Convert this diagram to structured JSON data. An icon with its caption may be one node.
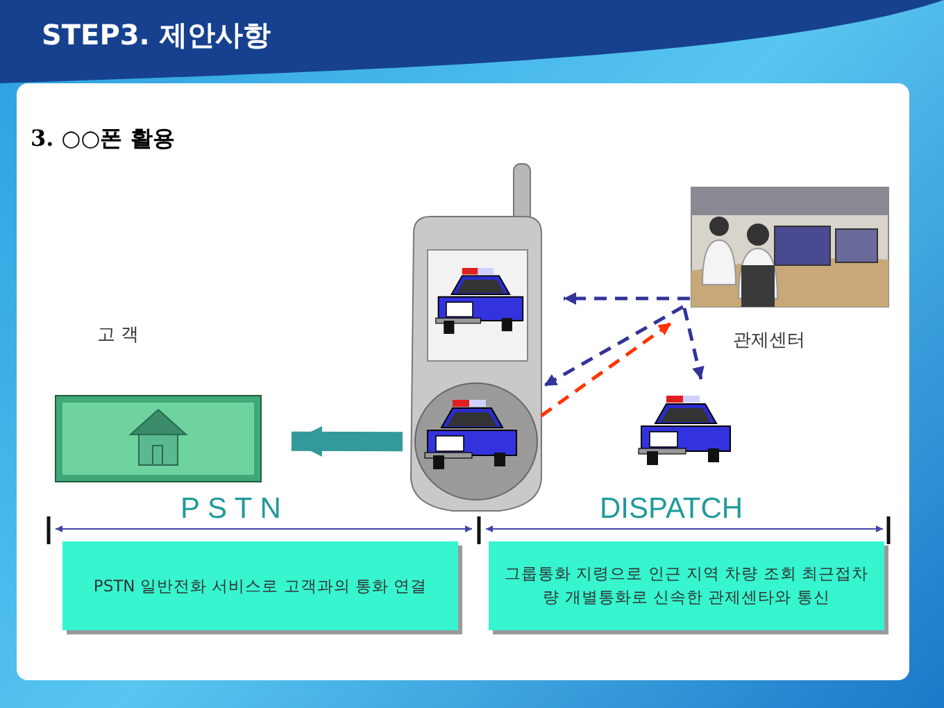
{
  "diagram": {
    "title": "STEP3. 제안사항",
    "nodes": [
      {
        "text": [],
        "shape": "box",
        "beside": [
          "고 객"
        ]
      },
      {
        "text": [],
        "shape": "picture"
      },
      {
        "text": [],
        "shape": "picture",
        "beside": [
          "관제센터"
        ]
      },
      {
        "text": [],
        "shape": "picture"
      },
      {
        "text": [
          "PSTN 일반전화 서비스로 고객과의 통화 연결"
        ]
      },
      {
        "text": [
          "그룹통화 지령으로 인근 지역 차량 조회 최근접차량 개별통화로 신속한 관제센타와 통신"
        ]
      }
    ],
    "edges": [
      {
        "from": 1,
        "to": 0,
        "arrow": "to",
        "style": "thick",
        "color": "#339999"
      },
      {
        "from": 2,
        "to": 1,
        "arrow": "to",
        "style": "dashed"
      },
      {
        "from": 2,
        "to": 1,
        "arrow": "to",
        "style": "dashed"
      },
      {
        "from": 1,
        "to": 2,
        "arrow": "to",
        "style": "dashed",
        "color": "#ff3300"
      },
      {
        "from": 2,
        "to": 3,
        "arrow": "to",
        "style": "dashed"
      }
    ],
    "labels": [
      "3. ○○폰 활용",
      "P S T N",
      "DISPATCH"
    ]
  }
}
